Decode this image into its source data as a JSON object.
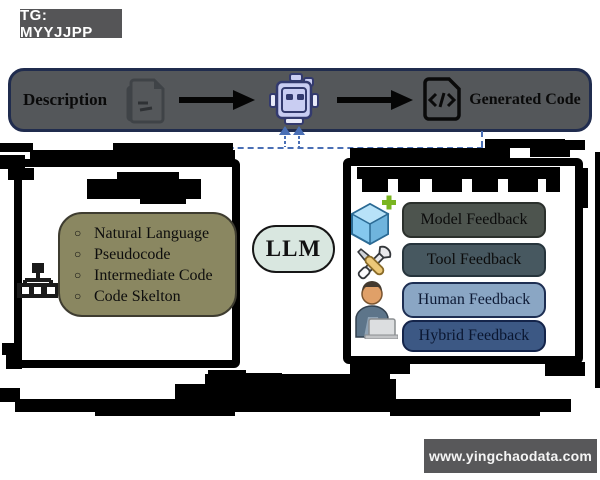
{
  "tag": {
    "label": "TG: MYYJJPP"
  },
  "pipeline_bar": {
    "input_label": "Description",
    "output_label": "Generated Code",
    "icons": [
      "document-icon",
      "arrow-right-icon",
      "robot-icon",
      "arrow-right-icon",
      "code-file-icon"
    ],
    "bar_bg": "#54575a",
    "bar_border": "#202c4e",
    "feedback_loop_color": "#4a6fb5"
  },
  "input_box": {
    "title_redacted": true,
    "bullet": "○",
    "items": [
      "Natural Language",
      "Pseudocode",
      "Intermediate Code",
      "Code Skelton"
    ],
    "panel_bg": "#8a8761",
    "side_icon": "hierarchy-icon"
  },
  "llm_node": {
    "label": "LLM",
    "bg": "#d9e7e0"
  },
  "feedback_box": {
    "title_redacted": true,
    "items": [
      {
        "label": "Model Feedback",
        "icon": "cube-icon",
        "bg": "#4d544e"
      },
      {
        "label": "Tool Feedback",
        "icon": "tools-icon",
        "bg": "#475860"
      },
      {
        "label": "Human Feedback",
        "icon": "person-icon",
        "bg": "#8aa6c4"
      },
      {
        "label": "Hybrid Feedback",
        "icon": "",
        "bg": "#3c5884"
      }
    ]
  },
  "caption_redacted": true,
  "watermark": {
    "label": "www.yingchaodata.com"
  }
}
